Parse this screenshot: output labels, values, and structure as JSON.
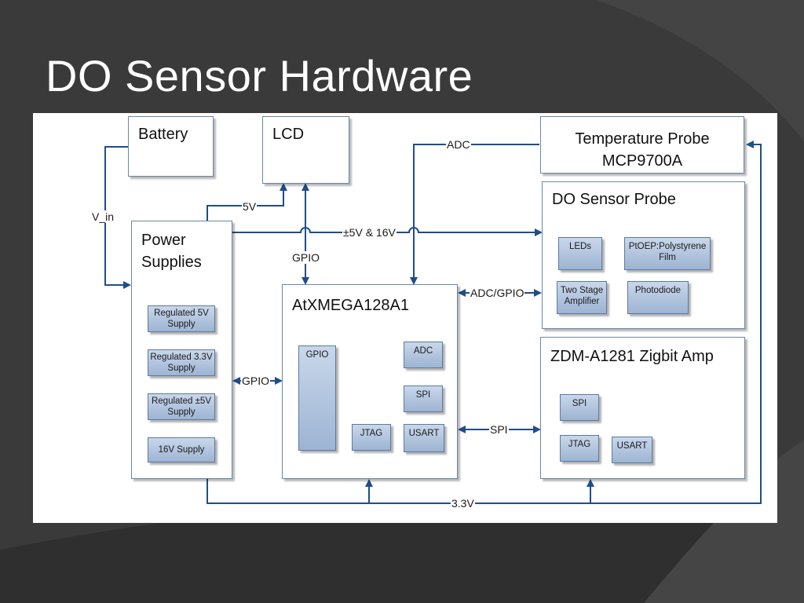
{
  "slide": {
    "title": "DO Sensor Hardware"
  },
  "colors": {
    "background": "#3a3a3a",
    "connector": "#1f4e86",
    "chip_fill": "#b3c6e0"
  },
  "blocks": {
    "battery": {
      "title": "Battery"
    },
    "lcd": {
      "title": "LCD"
    },
    "temp_probe": {
      "line1": "Temperature Probe",
      "line2": "MCP9700A"
    },
    "do_probe": {
      "title": "DO Sensor Probe",
      "leds": "LEDs",
      "film_line1": "PtOEP:Polystyrene",
      "film_line2": "Film",
      "amp_line1": "Two Stage",
      "amp_line2": "Amplifier",
      "photodiode": "Photodiode"
    },
    "power": {
      "title_line1": "Power",
      "title_line2": "Supplies",
      "reg5_line1": "Regulated 5V",
      "reg5_line2": "Supply",
      "reg33_line1": "Regulated 3.3V",
      "reg33_line2": "Supply",
      "regpm5_line1": "Regulated ±5V",
      "regpm5_line2": "Supply",
      "sup16": "16V Supply"
    },
    "mcu": {
      "title": "AtXMEGA128A1",
      "gpio": "GPIO",
      "adc": "ADC",
      "spi": "SPI",
      "jtag": "JTAG",
      "usart": "USART"
    },
    "zigbit": {
      "title": "ZDM-A1281 Zigbit Amp",
      "spi": "SPI",
      "jtag": "JTAG",
      "usart": "USART"
    }
  },
  "connectors": {
    "v_in": "V_in",
    "v5": "5V",
    "gpio_lcd": "GPIO",
    "pm5_16": "±5V & 16V",
    "adc_temp": "ADC",
    "adc_gpio": "ADC/GPIO",
    "gpio_power": "GPIO",
    "spi_link": "SPI",
    "v33": "3.3V"
  }
}
